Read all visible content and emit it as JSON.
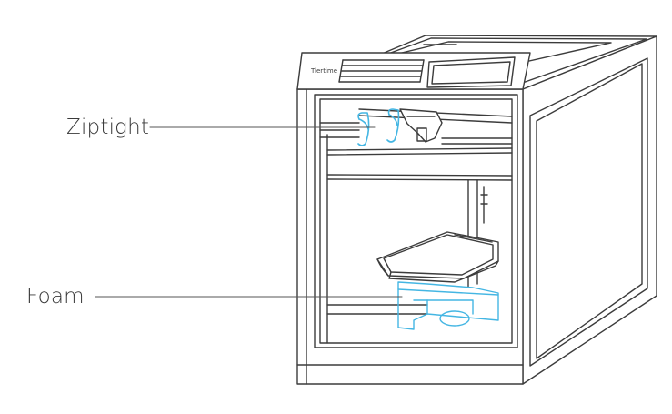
{
  "callouts": {
    "ziptight": "Ziptight",
    "foam": "Foam"
  },
  "printer": {
    "brand_text": "Tiertime"
  },
  "colors": {
    "outline": "#3c3c3c",
    "highlight": "#44b6e3",
    "label_text": "#3a3a3a",
    "background": "#ffffff"
  }
}
